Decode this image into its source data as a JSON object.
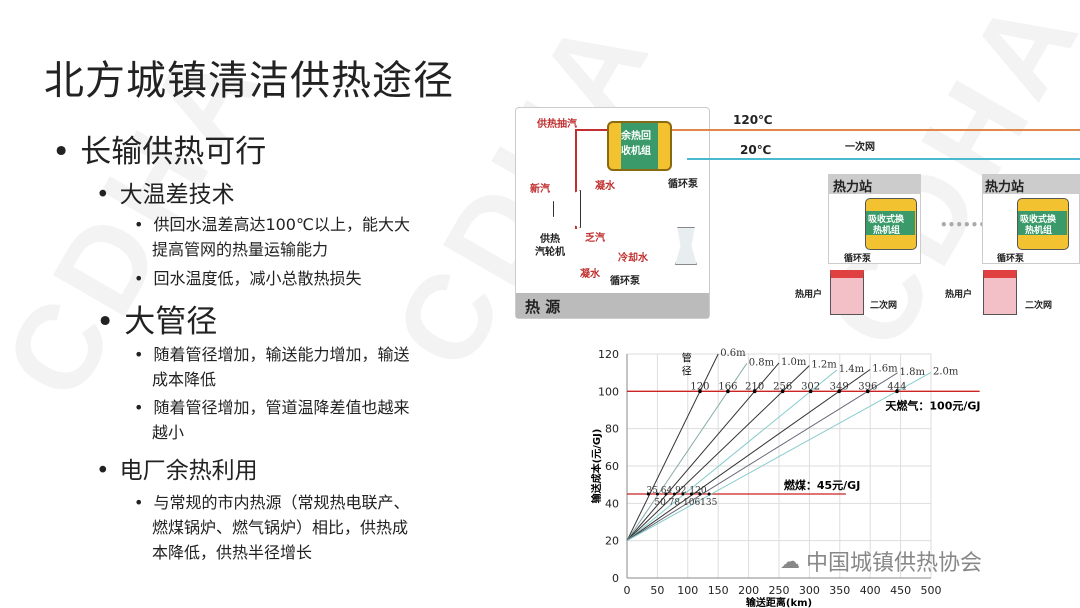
{
  "watermark": "CDHA",
  "title": "北方城镇清洁供热途径",
  "bullets": {
    "b1": "长输供热可行",
    "b1_1": "大温差技术",
    "b1_1_1a": "供回水温差高达100℃以上，能大大",
    "b1_1_1b": "提高管网的热量运输能力",
    "b1_1_2": "回水温度低，减小总散热损失",
    "b2": "大管径",
    "b2_1a": "随着管径增加，输送能力增加，输送",
    "b2_1b": "成本降低",
    "b2_2a": "随着管径增加，管道温降差值也越来",
    "b2_2b": "越小",
    "b3": "电厂余热利用",
    "b3_1a": "与常规的市内热源（常规热电联产、",
    "b3_1b": "燃煤锅炉、燃气锅炉）相比，供热成",
    "b3_1c": "本降低，供热半径增长"
  },
  "diagram": {
    "heat_source": "热 源",
    "extraction_steam": "供热抽汽",
    "recovery_unit_a": "余热回",
    "recovery_unit_b": "收机组",
    "pump": "循环泵",
    "condensate": "凝水",
    "new_steam": "新汽",
    "turbine_a": "供热",
    "turbine_b": "汽轮机",
    "exhaust_steam": "乏汽",
    "cooling_water": "冷却水",
    "supply_temp": "120℃",
    "return_temp": "20℃",
    "primary_net": "一次网",
    "station": "热力站",
    "absorption_a": "吸收式换",
    "absorption_b": "热机组",
    "user": "热用户",
    "secondary_net": "二次网",
    "ellipsis": "••••••"
  },
  "chart_data": {
    "type": "line",
    "xlabel": "输送距离(km)",
    "ylabel": "输送成本(元/GJ)",
    "xlim": [
      0,
      500
    ],
    "ylim": [
      0,
      120
    ],
    "xticks": [
      "0",
      "50",
      "100",
      "150",
      "200",
      "250",
      "300",
      "350",
      "400",
      "450",
      "500"
    ],
    "yticks": [
      "0",
      "20",
      "40",
      "60",
      "80",
      "100",
      "120"
    ],
    "legend_title": "管径",
    "series": [
      {
        "name": "0.6m",
        "d100": 120,
        "d45": 35,
        "xend": 150
      },
      {
        "name": "0.8m",
        "d100": 166,
        "d45": 50,
        "xend": 197
      },
      {
        "name": "1.0m",
        "d100": 210,
        "d45": 64,
        "xend": 250
      },
      {
        "name": "1.2m",
        "d100": 256,
        "d45": 78,
        "xend": 300
      },
      {
        "name": "1.4m",
        "d100": 302,
        "d45": 92,
        "xend": 345
      },
      {
        "name": "1.6m",
        "d100": 349,
        "d45": 106,
        "xend": 400
      },
      {
        "name": "1.8m",
        "d100": 396,
        "d45": 120,
        "xend": 445
      },
      {
        "name": "2.0m",
        "d100": 444,
        "d45": 135,
        "xend": 500
      }
    ],
    "start_cost": 20,
    "labels100": [
      "120",
      "166",
      "210",
      "256",
      "302",
      "349",
      "396",
      "444"
    ],
    "labels45_top": "35 64 92 120",
    "labels45_bottom": "50 78 106135",
    "refs": [
      {
        "y": 100,
        "label": "天燃气：100元/GJ",
        "xmax": 580
      },
      {
        "y": 45,
        "label": "燃煤：45元/GJ",
        "xmax": 360
      }
    ],
    "colors": {
      "ref": "#cc2222"
    }
  },
  "footer_watermark": "中国城镇供热协会"
}
